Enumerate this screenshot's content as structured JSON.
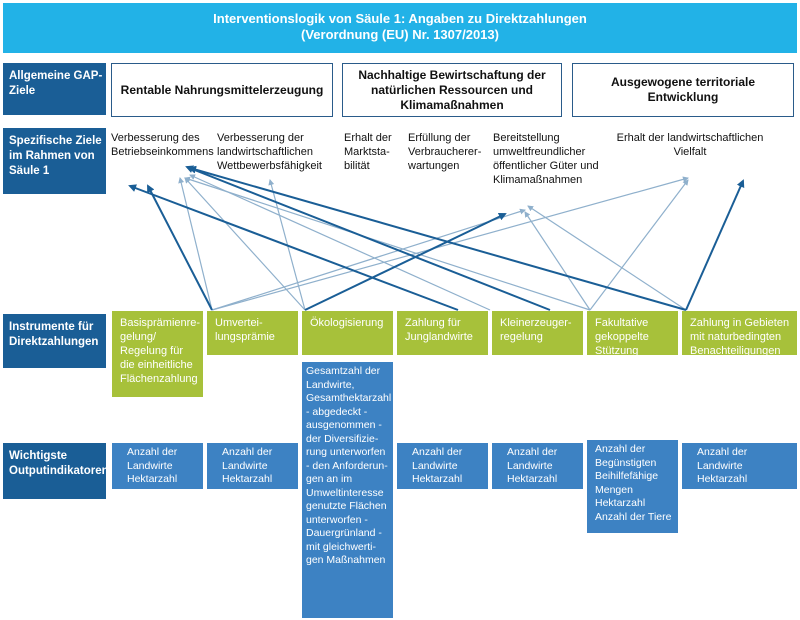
{
  "title": {
    "line1": "Interventionslogik von Säule 1: Angaben zu Direktzahlungen",
    "line2": "(Verordnung (EU) Nr. 1307/2013)"
  },
  "rows": {
    "general": "Allgemeine GAP-Ziele",
    "specific": "Spezifische Ziele im Rahmen von Säule 1",
    "instruments": "Instrumente für Direktzahlungen",
    "indicators": "Wichtigste Outputindikatoren"
  },
  "general_goals": [
    "Rentable Nahrungsmittelerzeugung",
    "Nachhaltige Bewirtschaftung der natürlichen Ressourcen und Klimamaßnahmen",
    "Ausgewogene territoriale Entwicklung"
  ],
  "specific_objectives": [
    "Verbesserung des Betriebseinkommens",
    "Verbesserung der landwirtschaftlichen Wettbewerbsfähigkeit",
    "Erhalt der Marktsta-bilität",
    "Erfüllung der Verbraucherer-wartungen",
    "Bereitstellung umweltfreundlicher öffentlicher Güter und Klimamaßnahmen",
    "Erhalt der landwirtschaftlichen Vielfalt"
  ],
  "instruments": [
    "Basisprämienre-gelung/ Regelung für die einheitliche Flächenzahlung",
    "Umvertei-lungsprämie",
    "Ökologisierung",
    "Zahlung für Junglandwirte",
    "Kleinerzeuger-regelung",
    "Fakultative gekoppelte Stützung",
    "Zahlung in Gebieten mit naturbedingten Benachteiligungen"
  ],
  "indicators": [
    "Anzahl der Landwirte Hektarzahl",
    "Anzahl der Landwirte Hektarzahl",
    "Gesamtzahl der Landwirte, Gesamthektarzahl - abgedeckt - ausgenommen - der Diversifizie-rung unterworfen - den Anforderun-gen an im Umweltinteresse genutzte Flächen unterworfen - Dauergrünland - mit gleichwerti-gen Maßnahmen",
    "Anzahl der Landwirte Hektarzahl",
    "Anzahl der Landwirte Hektarzahl",
    "Anzahl der Begünstigten Beihilfefähige Mengen Hektarzahl Anzahl der Tiere",
    "Anzahl der Landwirte Hektarzahl"
  ],
  "colors": {
    "title_bg": "#22b2e7",
    "row_label_bg": "#1a5e96",
    "instrument_bg": "#a7c13a",
    "indicator_bg": "#3d82c3",
    "strong_arrow": "#1a5e96",
    "weak_arrow": "#8fb0cc"
  }
}
